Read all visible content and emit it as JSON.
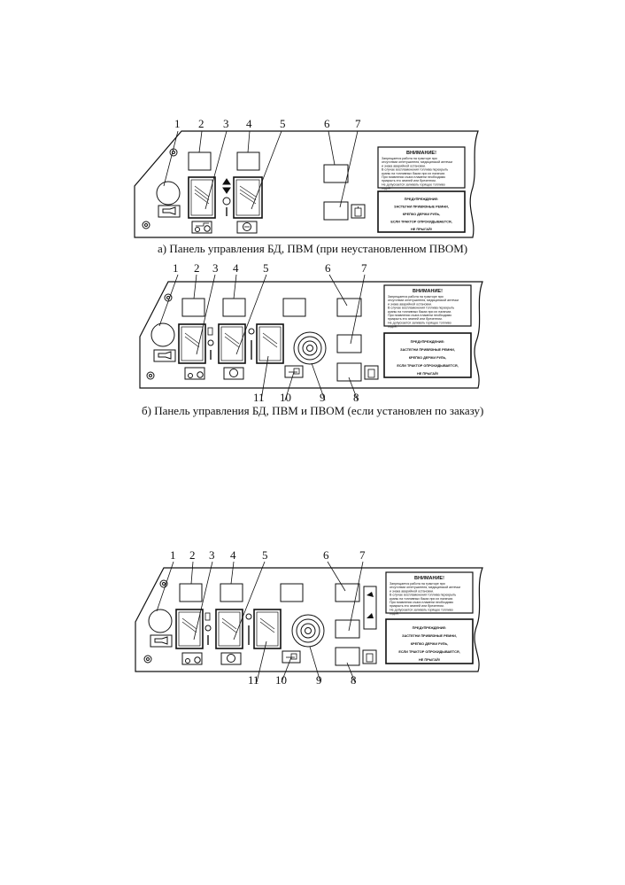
{
  "captions": {
    "a": "а) Панель управления БД, ПВМ (при неустановленном ПВОМ)",
    "b": "б) Панель управления БД, ПВМ и ПВОМ (если установлен по заказу)"
  },
  "callouts": [
    "1",
    "2",
    "3",
    "4",
    "5",
    "6",
    "7",
    "8",
    "9",
    "10",
    "11"
  ],
  "attention_label": {
    "title": "ВНИМАНИЕ!",
    "lines": [
      "Запрещается работа на тракторе при",
      "отсутствии огнетушителя, медицинской аптечки",
      "и знака аварийной остановки.",
      "В случае воспламенения топлива перекрыть",
      "краны на топливных баках при их наличии.",
      "При появлении очага пламени необходимо",
      "прикрыть его землей или брезентом.",
      "Не допускается заливать горящее топливо",
      "водой."
    ]
  },
  "warning_label": {
    "lines": [
      "ПРЕДУПРЕЖДЕНИЕ:",
      "ЗАСТЕГНИ ПРИВЯЗНЫЕ РЕМНИ,",
      "КРЕПКО ДЕРЖИ РУЛЬ,",
      "ЕСЛИ ТРАКТОР ОПРОКИДЫВАЕТСЯ,",
      "НЕ ПРЫГАЙ!"
    ]
  }
}
